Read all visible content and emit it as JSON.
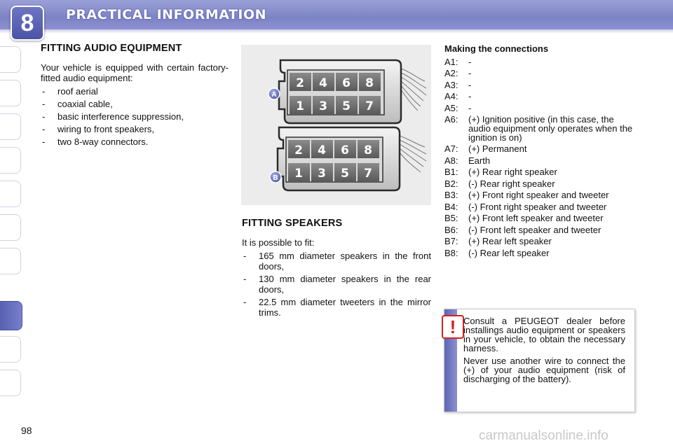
{
  "header": {
    "chapter": "8",
    "title": "PRACTICAL INFORMATION"
  },
  "page_number": "98",
  "watermark": "carmanualsonline.info",
  "audio": {
    "heading": "FITTING AUDIO EQUIPMENT",
    "intro": "Your vehicle is equipped with certain factory-fitted audio equipment:",
    "items": [
      "roof aerial",
      "coaxial cable,",
      "basic interference suppression,",
      "wiring to front speakers,",
      "two 8-way connectors."
    ]
  },
  "figure": {
    "label_a": "A",
    "label_b": "B",
    "pins_top": [
      "2",
      "4",
      "6",
      "8"
    ],
    "pins_bottom": [
      "1",
      "3",
      "5",
      "7"
    ]
  },
  "speakers": {
    "heading": "FITTING SPEAKERS",
    "intro": "It is possible to fit:",
    "items": [
      "165 mm diameter speakers in the front doors,",
      "130 mm diameter speakers in the rear doors,",
      "22.5 mm diameter tweeters in the mirror trims."
    ]
  },
  "connections": {
    "heading": "Making the connections",
    "rows": [
      {
        "key": "A1:",
        "val": "-"
      },
      {
        "key": "A2:",
        "val": "-"
      },
      {
        "key": "A3:",
        "val": "-"
      },
      {
        "key": "A4:",
        "val": "-"
      },
      {
        "key": "A5:",
        "val": "-"
      },
      {
        "key": "A6:",
        "val": "(+) Ignition positive (in this case, the audio equipment only operates when the ignition is on)"
      },
      {
        "key": "A7:",
        "val": "(+) Permanent"
      },
      {
        "key": "A8:",
        "val": "Earth"
      },
      {
        "key": "B1:",
        "val": "(+) Rear right speaker"
      },
      {
        "key": "B2:",
        "val": "(-) Rear right speaker"
      },
      {
        "key": "B3:",
        "val": "(+) Front right speaker and tweeter"
      },
      {
        "key": "B4:",
        "val": "(-) Front right speaker and tweeter"
      },
      {
        "key": "B5:",
        "val": "(+) Front left speaker and tweeter"
      },
      {
        "key": "B6:",
        "val": "(-) Front left speaker and tweeter"
      },
      {
        "key": "B7:",
        "val": "(+) Rear left speaker"
      },
      {
        "key": "B8:",
        "val": "(-) Rear left speaker"
      }
    ]
  },
  "warning": {
    "icon": "!",
    "p1": "Consult a PEUGEOT dealer before installings audio equipment or speakers in your vehicle, to obtain the necessary harness.",
    "p2": "Never use another wire to connect the (+) of your audio equipment (risk of discharging of the battery)."
  },
  "colors": {
    "header": "#7d84c6",
    "accent": "#5860b2",
    "warning": "#d62020"
  }
}
